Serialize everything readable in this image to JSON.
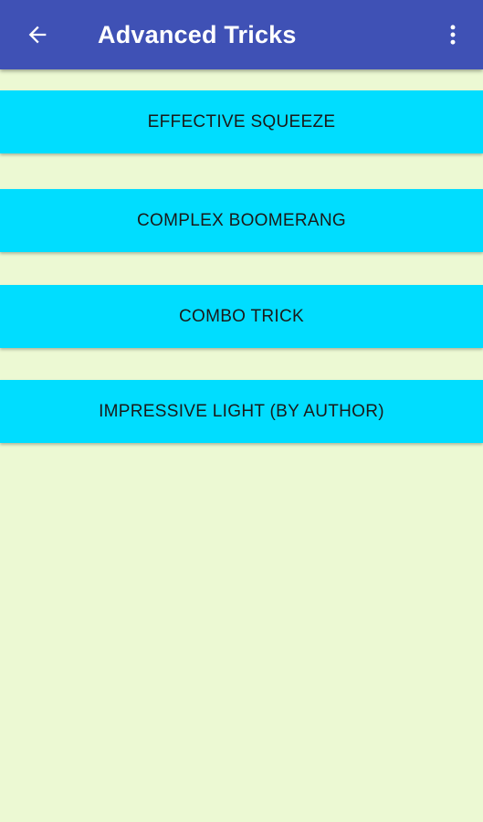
{
  "app_bar": {
    "title": "Advanced Tricks",
    "back_icon": "arrow-left-icon",
    "menu_icon": "more-vertical-icon",
    "color": "#3f51b5"
  },
  "tricks": [
    {
      "label": "EFFECTIVE SQUEEZE"
    },
    {
      "label": "COMPLEX BOOMERANG"
    },
    {
      "label": "COMBO TRICK"
    },
    {
      "label": "IMPRESSIVE LIGHT (BY AUTHOR)"
    }
  ],
  "colors": {
    "background": "#ecf9d3",
    "button": "#00ddff"
  }
}
